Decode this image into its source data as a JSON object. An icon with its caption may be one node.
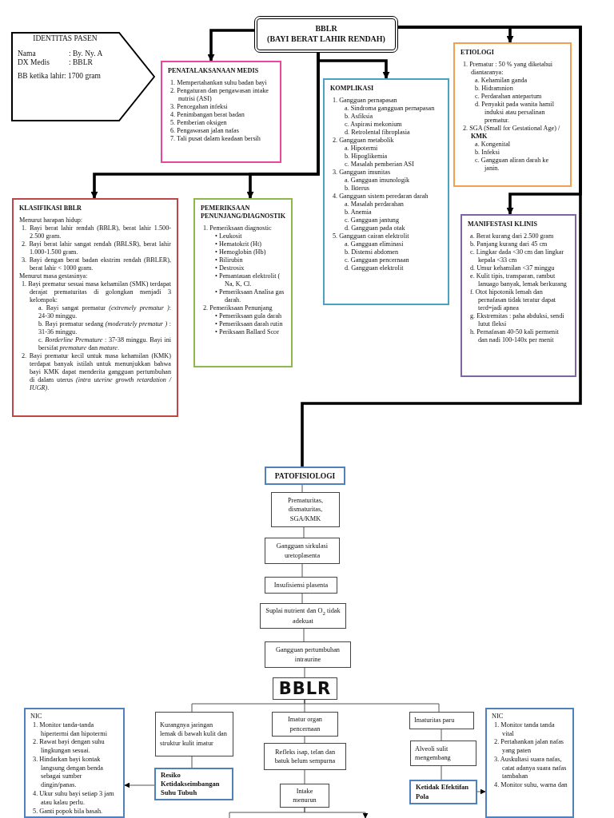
{
  "diagram": {
    "nodes": [
      {
        "text": [
          "BBLR",
          "(BAYI BERAT LAHIR RENDAH)"
        ]
      },
      {
        "text": [
          "IDENTITAS PASEN",
          "Nama",
          ": By. Ny. A",
          "DX Medis",
          ": BBLR",
          "BB ketika lahir: 1700 gram"
        ]
      },
      {
        "text": [
          "PENATALAKSANAAN MEDIS",
          "1. Mempertahankan suhu badan bayi",
          "2. Pengaturan dan pengawasan intake nutrisi (ASI)",
          "3. Pencegahan infeksi",
          "4. Penimbangan berat badan",
          "5. Pemberian oksigen",
          "6. Pengawasan jalan nafas",
          "7. Tali pusat dalam keadaan bersih"
        ]
      },
      {
        "text": [
          "ETIOLOGI",
          "1. Prematur : 50 % yang diketahui diantaranya:",
          "a. Kehamilan ganda",
          "b. Hidramnion",
          "c. Perdarahan antepartum",
          "d. Penyakit pada wanita hamil induksi atau persalinan prematur.",
          "2. SGA (Small for Gestational Age) / **KMK**",
          "a. Kongenital",
          "b. Infeksi",
          "c. Gangguan aliran darah ke janin."
        ]
      },
      {
        "text": [
          "KOMPLIKASI",
          "1. Gangguan pernapasan",
          "a. Sindroma gangguan pernapasan",
          "b. Asfiksia",
          "c. Aspirasi mekonium",
          "d. Retrolental fibroplasia",
          "2. Gangguan metabolik",
          "a. Hipotermi",
          "b. Hipoglikemia",
          "c. Masalah pemberian ASI",
          "3. Gangguan imunitas",
          "a. Gangguan imunologik",
          "b. Ikterus",
          "4. Gangguan sistem peredaran darah",
          "a. Masalah perdarahan",
          "b. Anemia",
          "c. Gangguan jantung",
          "d. Gangguan pada otak",
          "5. Gangguan cairan elektrolit",
          "a. Gangguan eliminasi",
          "b. Distensi abdomen",
          "c. Gangguan pencernaan",
          "d. Gangguan elektrolit"
        ]
      },
      {
        "text": [
          "KLASIFIKASI BBLR",
          "Menurut harapan hidup:",
          "1. Bayi berat lahir rendah (BBLR), berat lahir 1.500-2.500 gram.",
          "2. Bayi berat lahir sangat rendah (BBLSR), berat lahir 1.000-1.500 gram.",
          "3. Bayi dengan berat badan ekstrim rendah (BBLER), berat lahir < 1000 gram.",
          "Menurut masa gestasinya:",
          "1. Bayi prematur sesuai masa kehamilan (SMK) terdapat derajat prematuritas di golongkan menjadi 3 kelompok:",
          "a. Bayi sangat prematur *(extremely prematur )*: 24-30 minggu.",
          "b. Bayi prematur sedang *(moderately prematur )* : 31-36 minggu.",
          "c. *Borderline Premature* : 37-38 minggu. Bayi ini bersifat *premature* dan *mature*.",
          "2. Bayi prematur kecil untuk masa kehamilan (KMK) terdapat banyak istilah untuk menunjukkan bahwa bayi KMK dapat menderita gangguan pertumbuhan di dalam uterus *(intra uterine growth retardation / IUGR)*."
        ]
      },
      {
        "text": [
          "PEMERIKSAAN PENUNJANG/DIAGNOSTIK",
          "1. Pemeriksaan diagnostic",
          "• Leukosit",
          "• Hematokrit (Ht)",
          "• Hemoglobin (Hb)",
          "• Bilirubin",
          "• Destrosix",
          "• Pemantauan elektrolit ( Na, K, Cl.",
          "• Pemeriksaan Analisa gas darah.",
          "2. Pemeriksaan Penunjang",
          "• Pemeriksaan gula darah",
          "• Pemeriksaan darah rutin",
          "• Periksaan Ballard Scor"
        ]
      },
      {
        "text": [
          "MANIFESTASI KLINIS",
          "a. Berat kurang dari 2.500 gram",
          "b. Panjang kurang dari 45 cm",
          "c. Lingkar dada <30 cm dan lingkar kepala <33 cm",
          "d. Umur kehamilan <37 minggu",
          "e. Kulit tipis, transparan, rambut lanuago banyak, lemak berkurang",
          "f. Otot hipotonik lemah dan pernafasan tidak teratur dapat terd=jadi apnea",
          "g. Ekstremitas : paha abduksi, sendi lutut fleksi",
          "h. Pernafasan 40-50 kali permenit dan nadi 100-140x per menit"
        ]
      },
      {
        "text": [
          "PATOFISIOLOGI"
        ]
      },
      {
        "text": [
          "Prematuritas, dismaturitas, SGA/KMK"
        ]
      },
      {
        "text": [
          "Gangguan sirkulasi uretoplasenta"
        ]
      },
      {
        "text": [
          "Insufisiensi plasenta"
        ]
      },
      {
        "text": [
          "Suplai nutrient dan O$_{2}$ tidak adekuat"
        ]
      },
      {
        "text": [
          "Gangguan pertumbuhan intraurine"
        ]
      },
      {
        "text": [
          "BBLR"
        ]
      },
      {
        "text": [
          "NIC",
          "1. Monitor tanda-tanda hipertermi dan hipotermi",
          "2. Rawat bayi dengan suhu lingkungan sesuai.",
          "3. Hindarkan bayi kontak langsung dengan benda sebagai sumber dingin/panas.",
          "4. Ukur suhu bayi setiap 3 jam atau kalau perlu.",
          "5. Ganti popok bila basah."
        ]
      },
      {
        "text": [
          "Kurangnya jaringan lemak di bawah kulit dan struktur kulit imatur"
        ]
      },
      {
        "text": [
          "Imatur organ pencernaan"
        ]
      },
      {
        "text": [
          "Imaturitas paru"
        ]
      },
      {
        "text": [
          "NIC",
          "1. Monitor tanda tanda vital",
          "2. Pertahankan jalan nafas yang paten",
          "3. Auskultasi suara nafas, catat adanya suara nafas tambahan",
          "4. Monitor suhu, warna dan"
        ]
      },
      {
        "text": [
          "Refleks isap, telan dan batuk belum sempurna"
        ]
      },
      {
        "text": [
          "Alveoli sulit mengembang"
        ]
      },
      {
        "text": [
          "Resiko Ketidakseimbangan Suhu Tubuh"
        ]
      },
      {
        "text": [
          "Ketidak Efektifan Pola"
        ]
      },
      {
        "text": [
          "Intake menurun"
        ]
      }
    ],
    "edges": [
      {
        "from": 0,
        "to": 2,
        "arrow": "to",
        "style": "thick",
        "color": "#000000"
      },
      {
        "from": 0,
        "to": 3,
        "arrow": "to",
        "style": "thick",
        "color": "#000000"
      },
      {
        "from": 0,
        "to": 4,
        "arrow": "to",
        "style": "thick",
        "color": "#000000"
      },
      {
        "from": 0,
        "to": 5,
        "arrow": "to",
        "style": "thick",
        "color": "#000000"
      },
      {
        "from": 0,
        "to": 6,
        "arrow": "to",
        "style": "thick",
        "color": "#000000"
      },
      {
        "from": 0,
        "to": 7,
        "arrow": "to",
        "style": "thick",
        "color": "#000000"
      },
      {
        "from": 0,
        "to": 8,
        "arrow": "none",
        "style": "thick",
        "color": "#000000"
      },
      {
        "from": 8,
        "to": 9,
        "arrow": "none"
      },
      {
        "from": 9,
        "to": 10,
        "arrow": "none"
      },
      {
        "from": 10,
        "to": 11,
        "arrow": "none"
      },
      {
        "from": 11,
        "to": 12,
        "arrow": "none"
      },
      {
        "from": 12,
        "to": 13,
        "arrow": "none"
      },
      {
        "from": 13,
        "to": 14,
        "arrow": "none"
      },
      {
        "from": 14,
        "to": 16,
        "arrow": "none"
      },
      {
        "from": 14,
        "to": 17,
        "arrow": "none"
      },
      {
        "from": 14,
        "to": 18,
        "arrow": "none"
      },
      {
        "from": 16,
        "to": 22,
        "arrow": "none"
      },
      {
        "from": 22,
        "to": 15,
        "arrow": "to"
      },
      {
        "from": 17,
        "to": 20,
        "arrow": "none"
      },
      {
        "from": 20,
        "to": 24,
        "arrow": "none"
      },
      {
        "from": 18,
        "to": 21,
        "arrow": "none"
      },
      {
        "from": 21,
        "to": 23,
        "arrow": "none"
      },
      {
        "from": 23,
        "to": 19,
        "arrow": "to"
      },
      {
        "from": 24,
        "to": null,
        "arrow": "to"
      },
      {
        "from": 24,
        "to": null,
        "arrow": "none"
      }
    ]
  }
}
